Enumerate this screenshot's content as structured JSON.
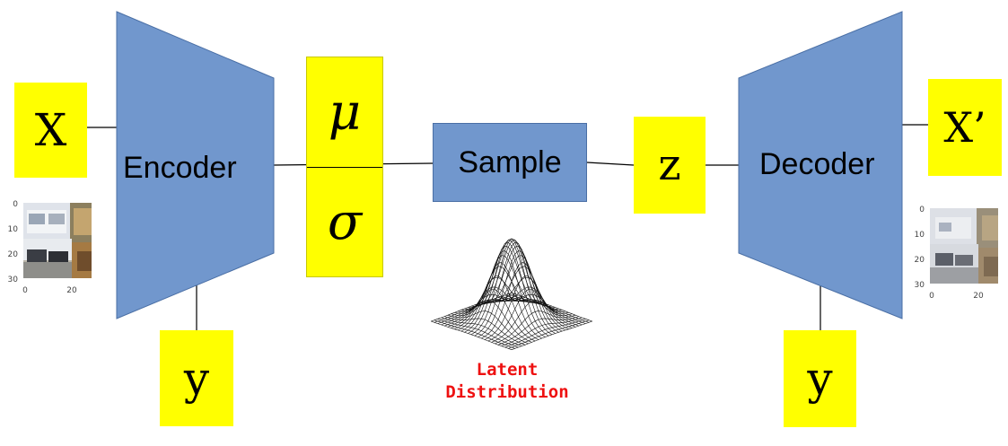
{
  "encoder": {
    "label": "Encoder"
  },
  "decoder": {
    "label": "Decoder"
  },
  "sample": {
    "label": "Sample"
  },
  "inputs": {
    "x": "X",
    "y_encoder": "y",
    "y_decoder": "y",
    "x_prime": "X’",
    "z": "z"
  },
  "latent_params": {
    "mu": "μ",
    "sigma": "σ"
  },
  "latent_distribution": {
    "line1": "Latent",
    "line2": "Distribution"
  },
  "input_image": {
    "y_ticks": [
      "0",
      "10",
      "20",
      "30"
    ],
    "x_ticks": [
      "0",
      "20"
    ]
  },
  "output_image": {
    "y_ticks": [
      "0",
      "10",
      "20",
      "30"
    ],
    "x_ticks": [
      "0",
      "20"
    ]
  },
  "colors": {
    "block": "#7197cd",
    "highlight": "#ffff00",
    "latent_text": "#ee1111"
  }
}
